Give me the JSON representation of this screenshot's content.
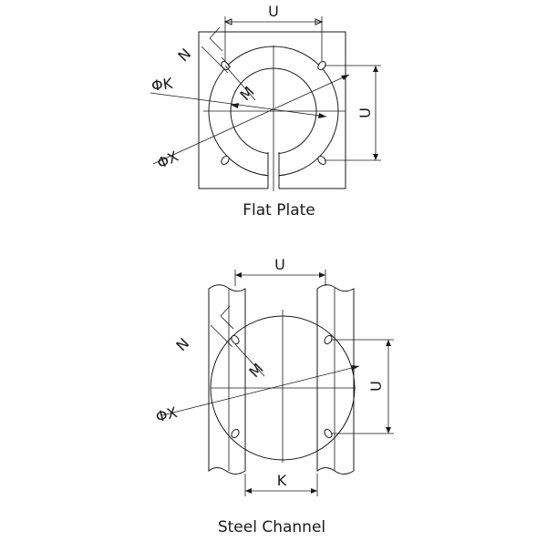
{
  "flat_plate": {
    "caption": "Flat Plate",
    "labels": {
      "u_top": "U",
      "n": "N",
      "phi_k": "ΦK",
      "m": "M",
      "u_right": "U",
      "phi_x": "ΦX"
    }
  },
  "steel_channel": {
    "caption": "Steel Channel",
    "labels": {
      "u_top": "U",
      "n": "N",
      "m": "M",
      "u_right": "U",
      "phi_x": "ΦX",
      "k": "K"
    }
  }
}
